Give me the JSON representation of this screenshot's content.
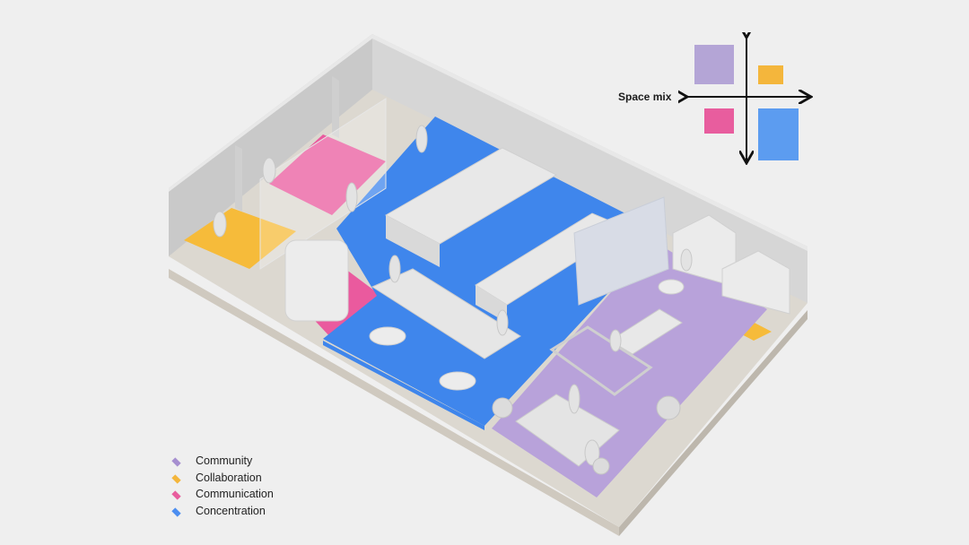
{
  "space_mix": {
    "title": "Space mix",
    "quadrants": [
      {
        "name": "community",
        "color": "#b4a5d6"
      },
      {
        "name": "collaboration",
        "color": "#f4b63c"
      },
      {
        "name": "communication",
        "color": "#e85d9e"
      },
      {
        "name": "concentration",
        "color": "#5c9cf0"
      }
    ]
  },
  "legend": [
    {
      "label": "Community",
      "color": "#a68fd0"
    },
    {
      "label": "Collaboration",
      "color": "#f4b63c"
    },
    {
      "label": "Communication",
      "color": "#e85d9e"
    },
    {
      "label": "Concentration",
      "color": "#4c8ef0"
    }
  ],
  "zones": {
    "community": "#b8a2da",
    "collaboration": "#f6bb3a",
    "communication": "#ea5a9e",
    "concentration": "#3f86ec"
  }
}
